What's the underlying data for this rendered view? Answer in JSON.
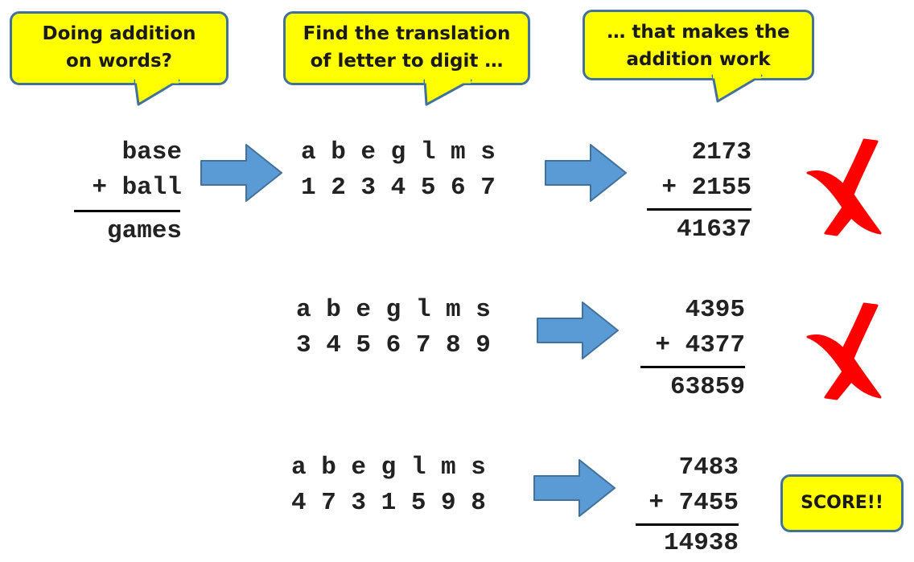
{
  "bubbles": {
    "b1": {
      "line1": "Doing addition",
      "line2": "on words?"
    },
    "b2": {
      "line1": "Find the translation",
      "line2": "of letter to digit …"
    },
    "b3": {
      "line1": "… that makes the",
      "line2": "addition work"
    }
  },
  "word_puzzle": {
    "top": "base",
    "second": "+ ball",
    "result": "games"
  },
  "letters": "a b e g l m s",
  "attempts": [
    {
      "digits": "1 2 3 4 5 6 7",
      "top": "2173",
      "second": "+ 2155",
      "result": "41637",
      "verdict": "wrong"
    },
    {
      "digits": "3 4 5 6 7 8 9",
      "top": "4395",
      "second": "+ 4377",
      "result": "63859",
      "verdict": "wrong"
    },
    {
      "digits": "4 7 3 1 5 9 8",
      "top": "7483",
      "second": "+ 7455",
      "result": "14938",
      "verdict": "correct"
    }
  ],
  "score_label": "SCORE!!",
  "colors": {
    "bubble_fill": "#ffff00",
    "bubble_border": "#41719c",
    "arrow_fill": "#5b9bd5",
    "cross": "#ff0000"
  }
}
